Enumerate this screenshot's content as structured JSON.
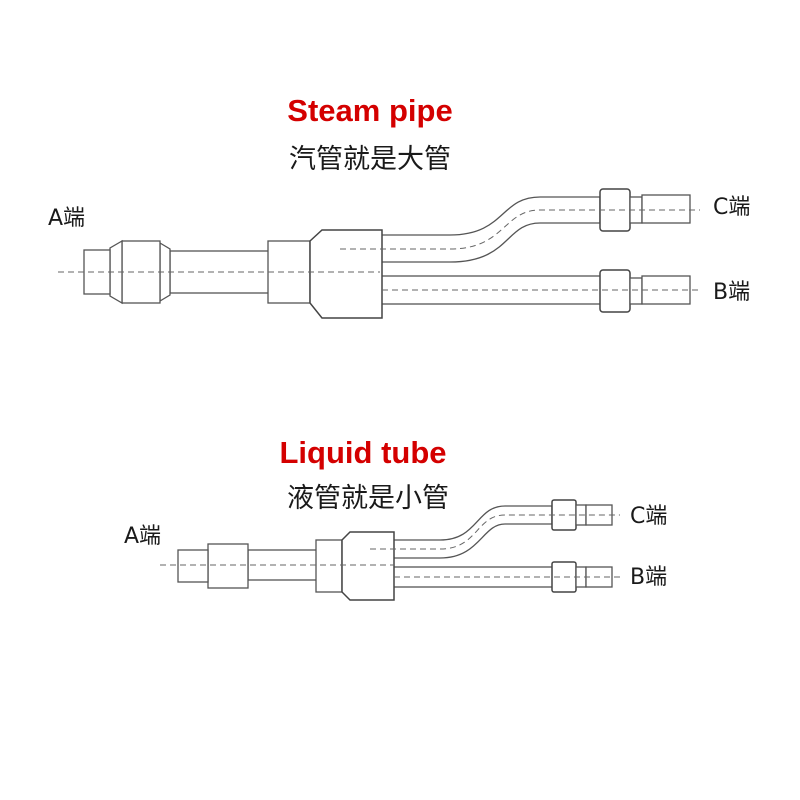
{
  "diagrams": [
    {
      "title": "Steam pipe",
      "subtitle": "汽管就是大管",
      "port_a": "A端",
      "port_b": "B端",
      "port_c": "C端"
    },
    {
      "title": "Liquid tube",
      "subtitle": "液管就是小管",
      "port_a": "A端",
      "port_b": "B端",
      "port_c": "C端"
    }
  ],
  "colors": {
    "title": "#d40000",
    "subtitle": "#1a1a1a",
    "line": "#555555",
    "background": "#ffffff"
  }
}
